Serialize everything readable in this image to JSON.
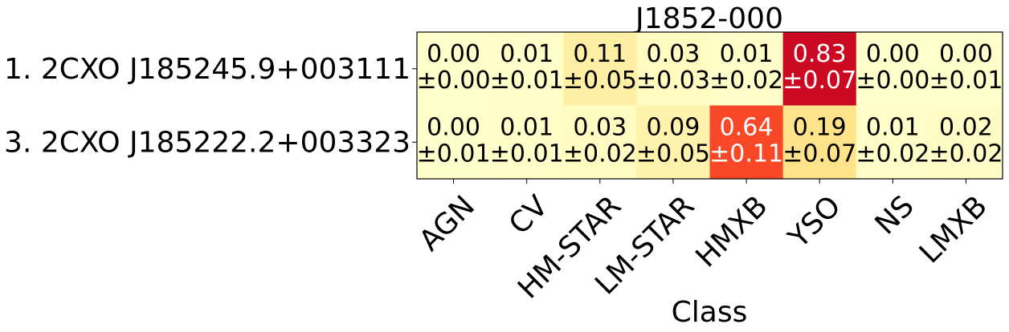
{
  "chart_data": {
    "type": "heatmap",
    "title": "J1852-000",
    "xlabel": "Class",
    "ylabel": "",
    "colormap": "YlOrRd",
    "color_range": [
      0,
      1
    ],
    "categories": [
      "AGN",
      "CV",
      "HM-STAR",
      "LM-STAR",
      "HMXB",
      "YSO",
      "NS",
      "LMXB"
    ],
    "rows": [
      "1. 2CXO J185245.9+003111",
      "3. 2CXO J185222.2+003323"
    ],
    "values": [
      [
        0.0,
        0.01,
        0.11,
        0.03,
        0.01,
        0.83,
        0.0,
        0.0
      ],
      [
        0.0,
        0.01,
        0.03,
        0.09,
        0.64,
        0.19,
        0.01,
        0.02
      ]
    ],
    "errors": [
      [
        0.0,
        0.01,
        0.05,
        0.03,
        0.02,
        0.07,
        0.0,
        0.01
      ],
      [
        0.01,
        0.01,
        0.02,
        0.05,
        0.11,
        0.07,
        0.02,
        0.02
      ]
    ],
    "value_labels": [
      [
        "0.00",
        "0.01",
        "0.11",
        "0.03",
        "0.01",
        "0.83",
        "0.00",
        "0.00"
      ],
      [
        "0.00",
        "0.01",
        "0.03",
        "0.09",
        "0.64",
        "0.19",
        "0.01",
        "0.02"
      ]
    ],
    "error_labels": [
      [
        "±0.00",
        "±0.01",
        "±0.05",
        "±0.03",
        "±0.02",
        "±0.07",
        "±0.00",
        "±0.01"
      ],
      [
        "±0.01",
        "±0.01",
        "±0.02",
        "±0.05",
        "±0.11",
        "±0.07",
        "±0.02",
        "±0.02"
      ]
    ]
  }
}
